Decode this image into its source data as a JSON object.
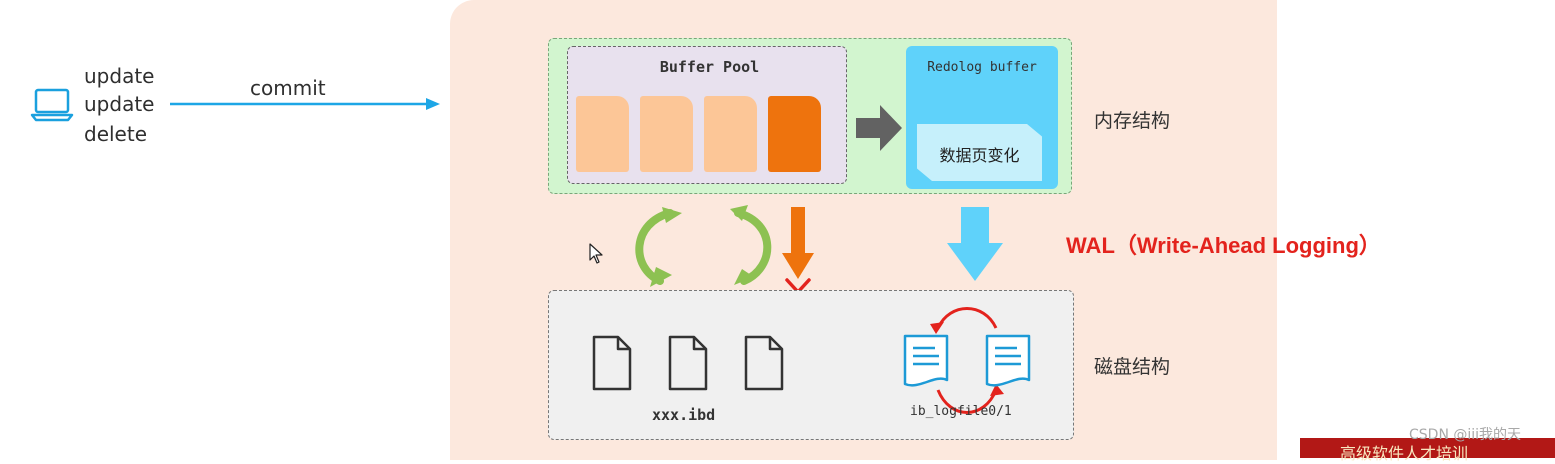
{
  "client": {
    "operations": [
      "update",
      "update",
      "delete"
    ],
    "commit_label": "commit"
  },
  "memory": {
    "buffer_pool_title": "Buffer Pool",
    "redolog_buffer_title": "Redolog buffer",
    "data_change_label": "数据页变化",
    "section_label": "内存结构"
  },
  "disk": {
    "ibd_label": "xxx.ibd",
    "logfile_label": "ib_logfile0/1",
    "section_label": "磁盘结构"
  },
  "wal_label": "WAL（Write-Ahead Logging）",
  "watermark": "CSDN @iii我的天",
  "banner_text": "高级软件人才培训",
  "colors": {
    "panel": "#fce8dd",
    "page_light": "#fcc697",
    "page_dirty": "#ee730d",
    "redolog": "#5fd2fa",
    "sync_arrow": "#8dc152",
    "flush_arrow": "#ee730d",
    "blocked_mark": "#e3231d",
    "write_arrow": "#5fd2fa",
    "commit_arrow": "#1da6e6",
    "wal_text": "#e3231d"
  },
  "icons": [
    "laptop-icon",
    "cursor-icon",
    "file-icon",
    "document-icon",
    "cycle-arrow-icon",
    "x-mark-icon"
  ]
}
